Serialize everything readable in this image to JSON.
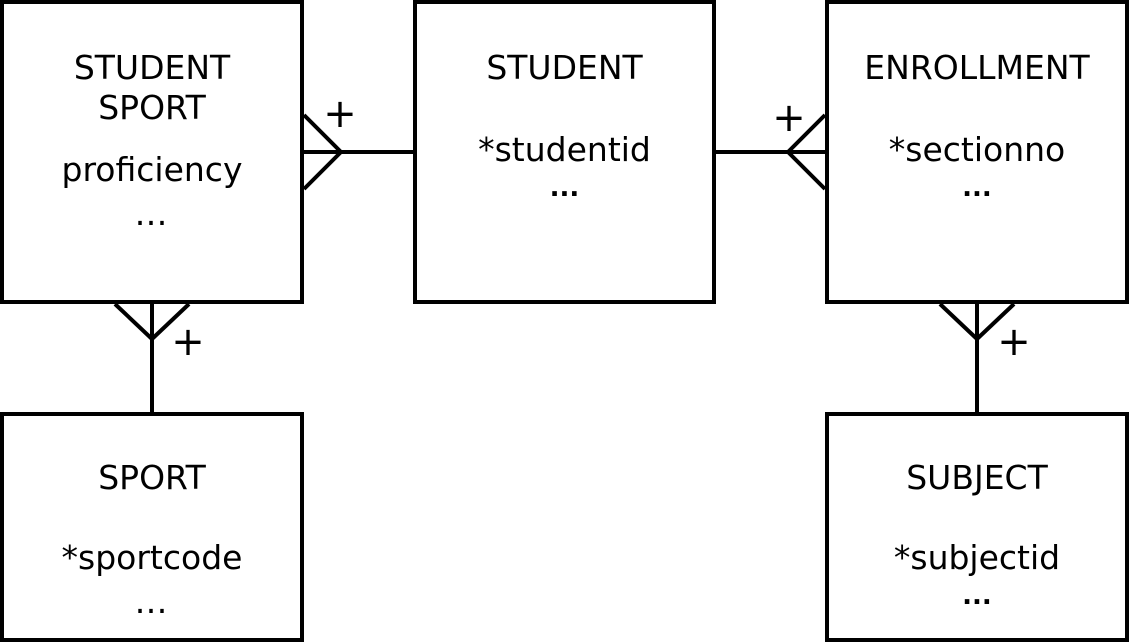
{
  "entities": {
    "student_sport": {
      "name_line1": "STUDENT",
      "name_line2": "SPORT",
      "attribute": "proficiency",
      "more": "…"
    },
    "student": {
      "name": "STUDENT",
      "attribute": "*studentid",
      "more": "..."
    },
    "enrollment": {
      "name": "ENROLLMENT",
      "attribute": "*sectionno",
      "more": "..."
    },
    "sport": {
      "name": "SPORT",
      "attribute": "*sportcode",
      "more": "…"
    },
    "subject": {
      "name": "SUBJECT",
      "attribute": "*subjectid",
      "more": "..."
    }
  },
  "relationships": [
    {
      "from": "student",
      "to": "student_sport",
      "many_side": "student_sport",
      "marker": "+"
    },
    {
      "from": "student",
      "to": "enrollment",
      "many_side": "enrollment",
      "marker": "+"
    },
    {
      "from": "sport",
      "to": "student_sport",
      "many_side": "student_sport",
      "marker": "+"
    },
    {
      "from": "subject",
      "to": "enrollment",
      "many_side": "enrollment",
      "marker": "+"
    }
  ]
}
